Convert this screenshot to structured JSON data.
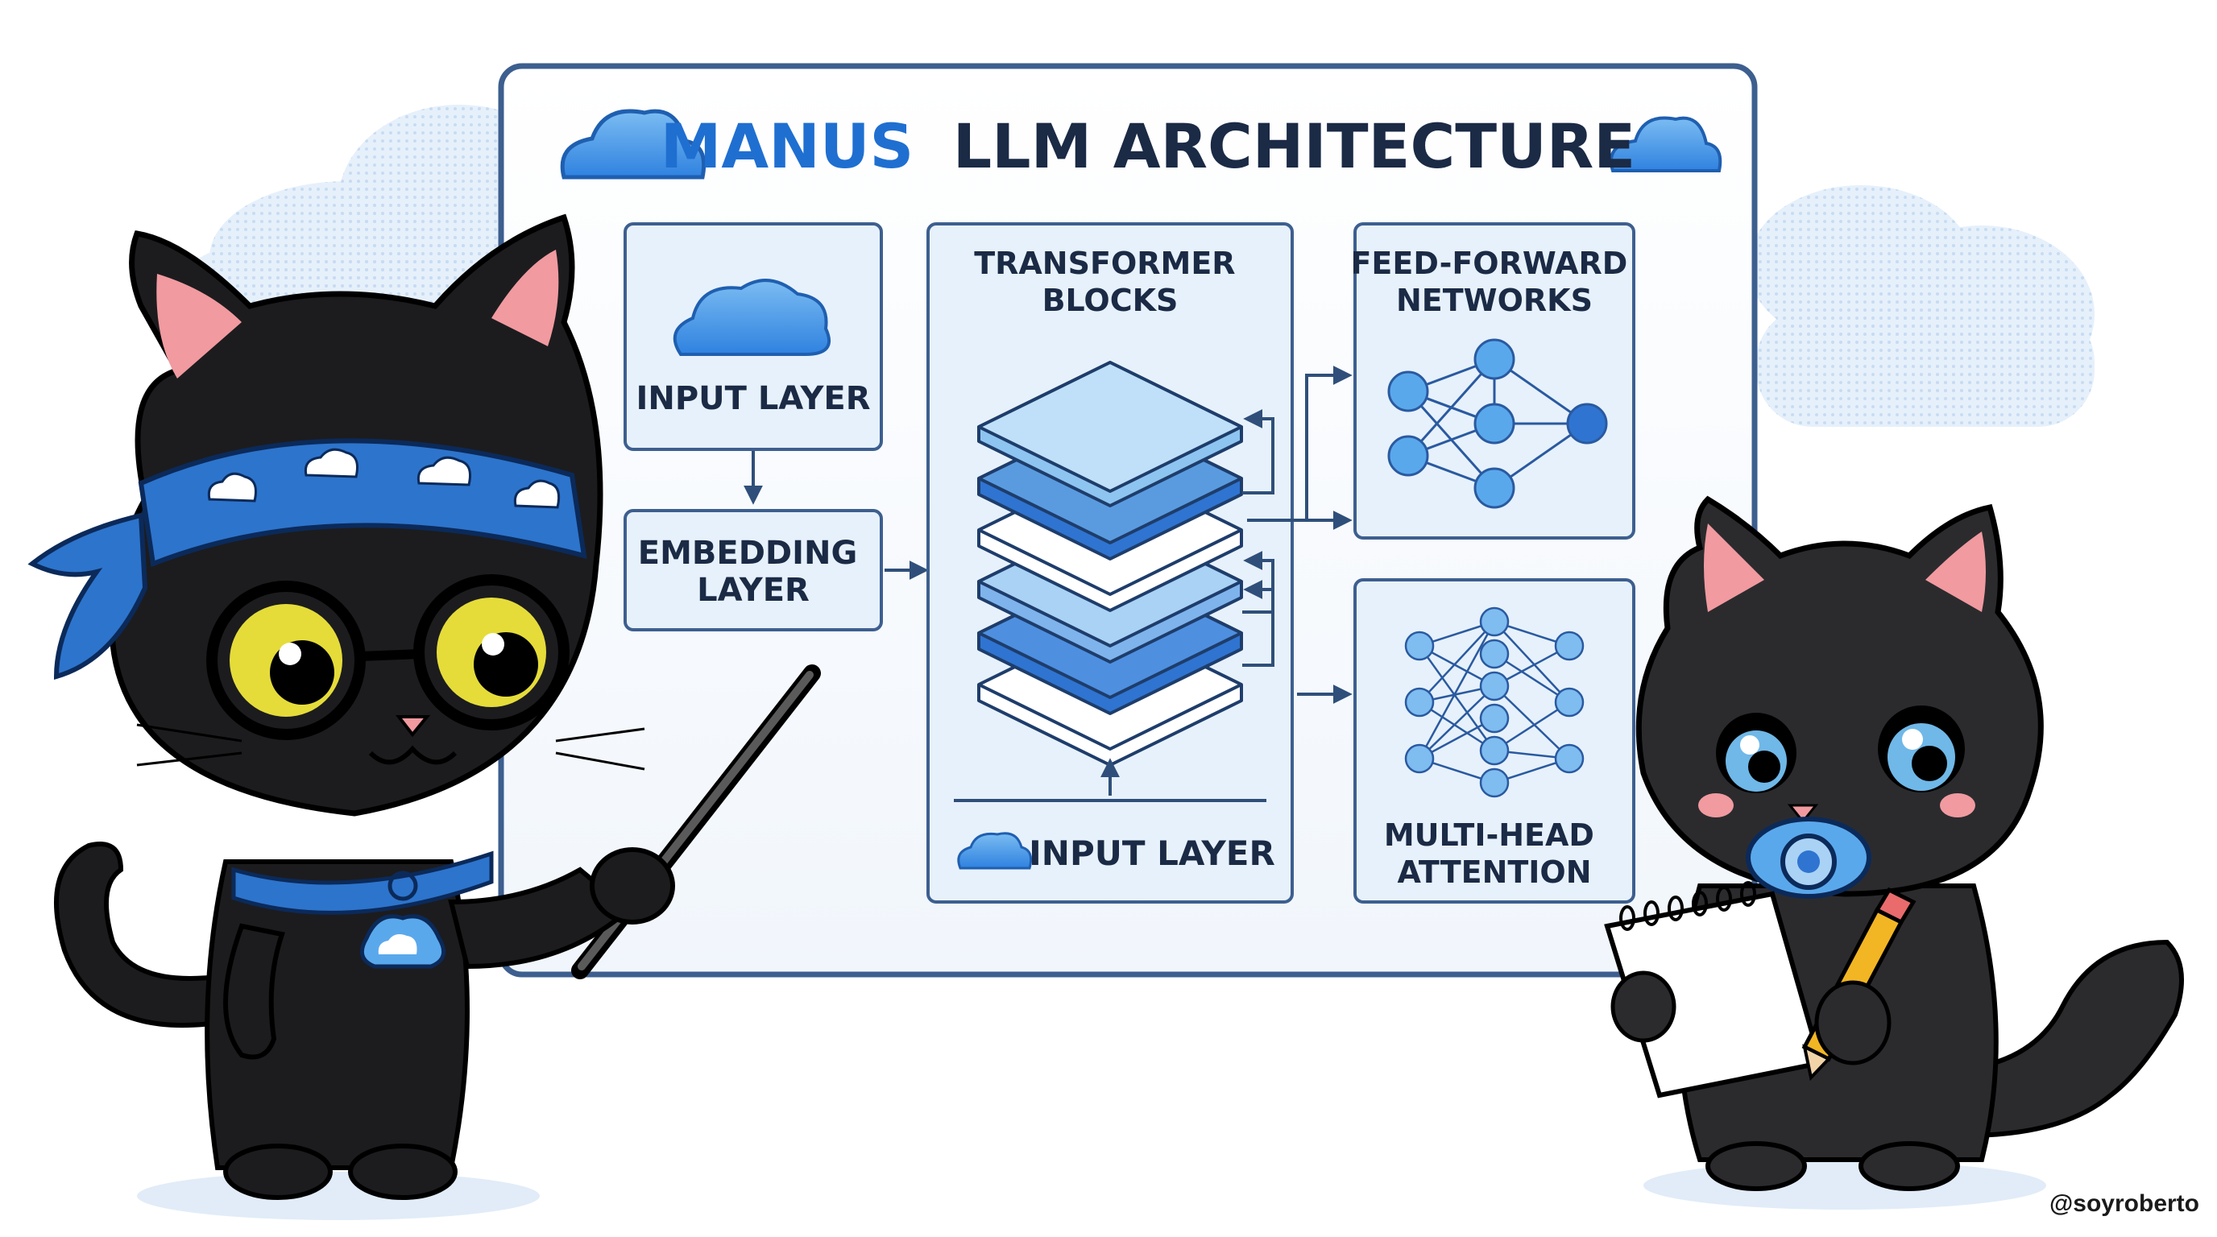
{
  "board": {
    "title_part1": "MANUS",
    "title_part2": "LLM ARCHITECTURE"
  },
  "nodes": {
    "input_layer": "INPUT LAYER",
    "embedding_layer": [
      "EMBEDDING",
      "LAYER"
    ],
    "transformer_blocks": [
      "TRANSFORMER",
      "BLOCKS"
    ],
    "transformer_input": "INPUT LAYER",
    "feed_forward": [
      "FEED-FORWARD",
      "NETWORKS"
    ],
    "multi_head": [
      "MULTI-HEAD",
      "ATTENTION"
    ]
  },
  "icons": [
    "cloud-icon",
    "layer-stack-icon",
    "neural-network-icon",
    "pointer-stick-icon",
    "notepad-icon",
    "pencil-icon",
    "pacifier-icon",
    "headband-icon"
  ],
  "colors": {
    "title_blue": "#1f6fd1",
    "title_dark": "#1b2a45",
    "panel_border": "#3d5f8f",
    "panel_fill": "#e7f1fb",
    "layer_light": "#bfe0f8",
    "layer_mid": "#5a9be0",
    "layer_dark": "#2f74d0",
    "cat_fur": "#1c1c1e"
  },
  "credit": "@soyroberto"
}
